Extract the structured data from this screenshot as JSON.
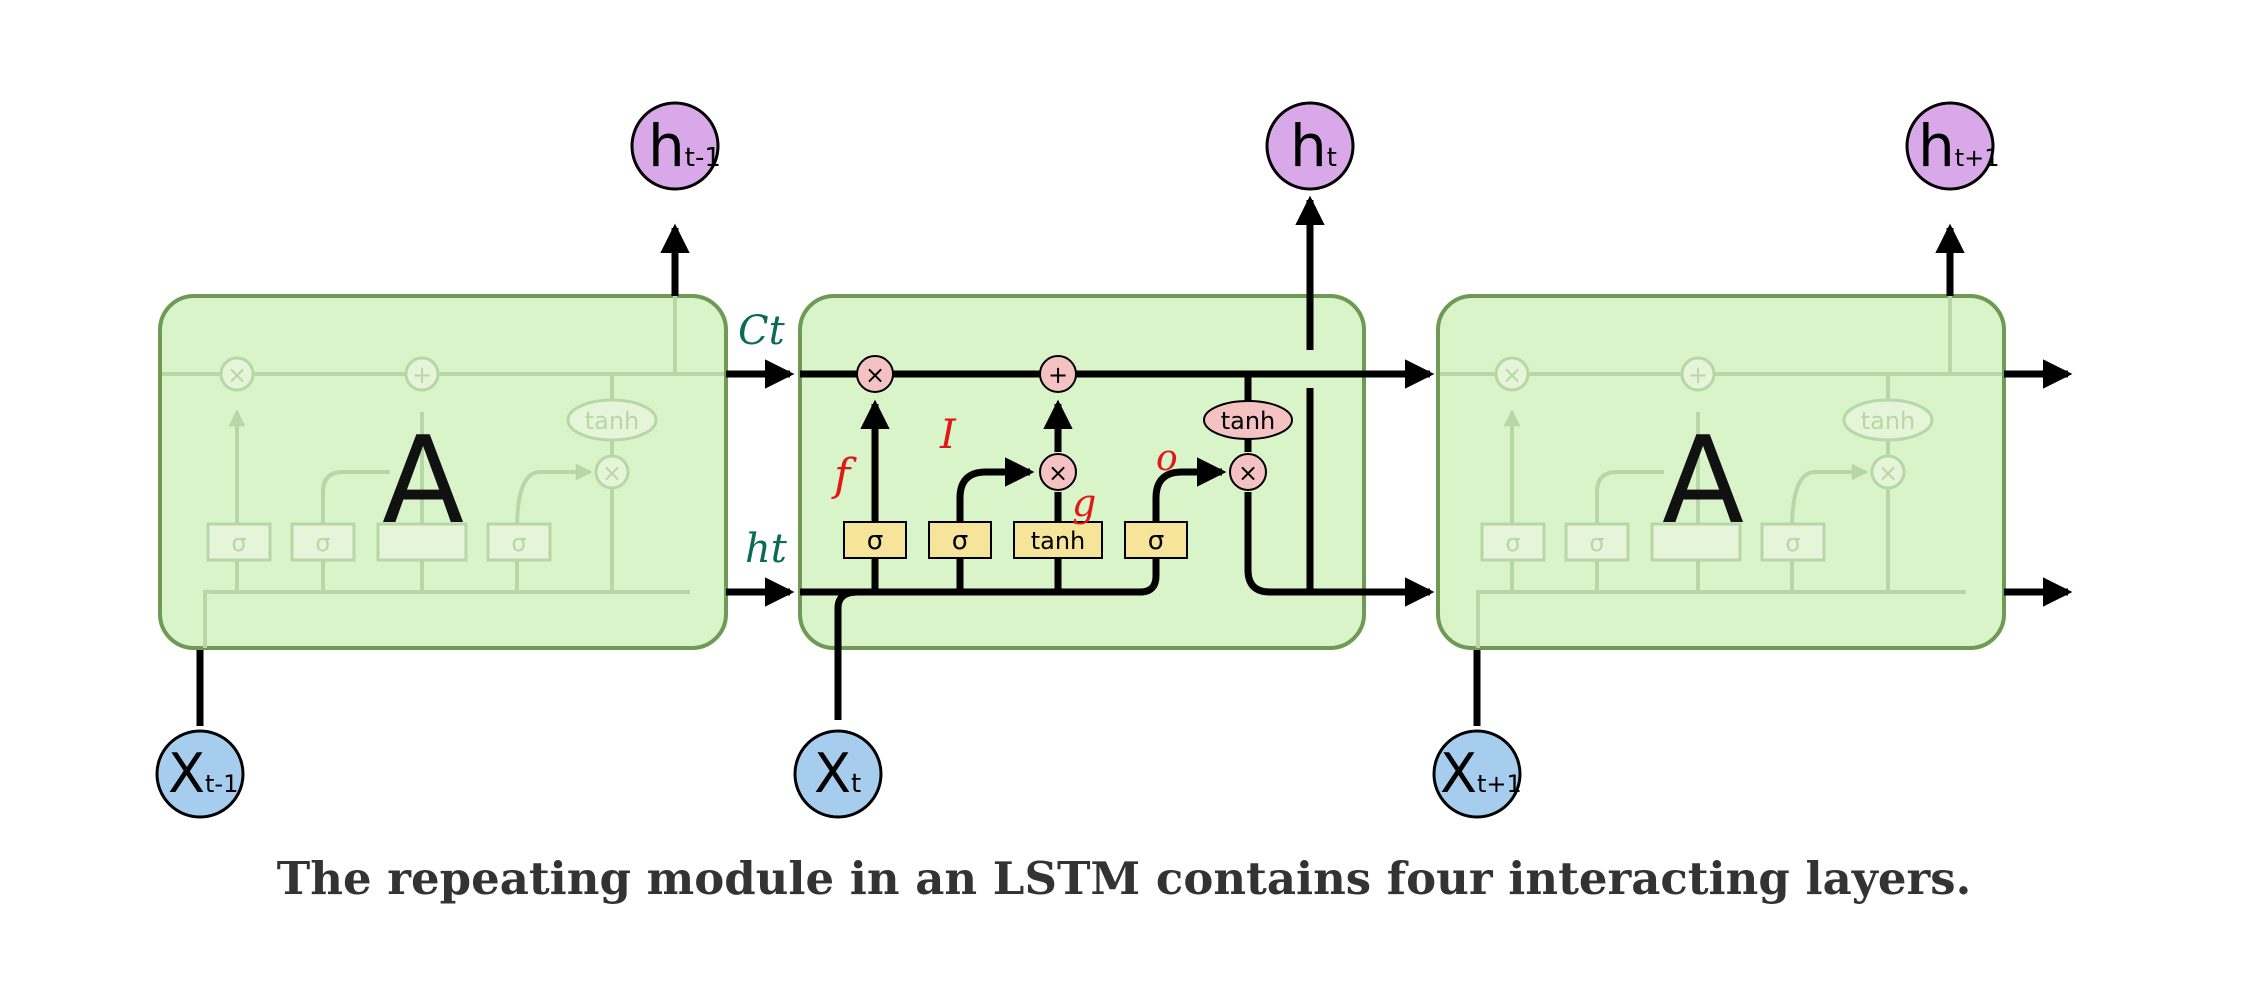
{
  "colors": {
    "cell_fill": "#d8f4c8",
    "cell_stroke": "#6e9a55",
    "h_node": "#d8a8e8",
    "x_node": "#a7cdee",
    "layer_box": "#f6e49a",
    "pointwise": "#f4c2c2",
    "annotation_green": "#0b6b54",
    "annotation_red": "#e01818"
  },
  "diagram": {
    "left_cell": {
      "label": "A",
      "faded_layers": [
        "σ",
        "σ",
        "σ"
      ],
      "faded_ops": [
        "×",
        "+",
        "×"
      ],
      "faded_tanh": "tanh"
    },
    "right_cell": {
      "label": "A",
      "faded_layers": [
        "σ",
        "σ",
        "σ"
      ],
      "faded_ops": [
        "×",
        "+",
        "×"
      ],
      "faded_tanh": "tanh"
    },
    "center_cell": {
      "layers": [
        "σ",
        "σ",
        "tanh",
        "σ"
      ],
      "pointwise_ops": [
        "×",
        "+",
        "×",
        "×"
      ],
      "output_tanh": "tanh"
    },
    "hidden_nodes": [
      {
        "main": "h",
        "sub": "t-1"
      },
      {
        "main": "h",
        "sub": "t"
      },
      {
        "main": "h",
        "sub": "t+1"
      }
    ],
    "input_nodes": [
      {
        "main": "X",
        "sub": "t-1"
      },
      {
        "main": "X",
        "sub": "t"
      },
      {
        "main": "X",
        "sub": "t+1"
      }
    ],
    "annotations": {
      "cell_state": "Ct",
      "hidden_state": "ht",
      "forget": "f",
      "input": "I",
      "candidate": "g",
      "output": "o"
    }
  },
  "caption": "The repeating module in an LSTM contains four interacting layers."
}
